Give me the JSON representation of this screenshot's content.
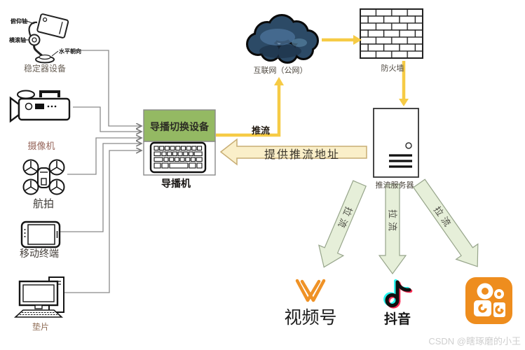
{
  "devices": {
    "stabilizer": {
      "caption": "稳定器设备",
      "axis_pitch": "俯仰轴",
      "axis_roll": "横滚轴",
      "axis_heading": "水平朝向"
    },
    "camera": {
      "caption": "摄像机"
    },
    "drone": {
      "caption": "航拍"
    },
    "mobile": {
      "caption": "移动终端"
    },
    "pad": {
      "caption": "垫片"
    }
  },
  "switcher": {
    "header": "导播切换设备",
    "caption": "导播机"
  },
  "network": {
    "cloud_label": "互联网（公网）",
    "firewall_label": "防火墙"
  },
  "server": {
    "caption": "推流服务器"
  },
  "flows": {
    "push": "推流",
    "provide": "提供推流地址",
    "pull_left": "拉流",
    "pull_mid": "拉流",
    "pull_right": "拉流"
  },
  "platforms": {
    "wechat_channels": {
      "label": "视频号",
      "icon": "wechat-channels-logo"
    },
    "douyin": {
      "label": "抖音",
      "icon": "douyin-logo"
    },
    "kuaishou": {
      "icon": "kuaishou-logo"
    }
  },
  "watermark": "CSDN @瞎琢磨的小王",
  "colors": {
    "accent_yellow": "#F6CB45",
    "switcher_green": "#94B963",
    "arrow_cream": "#FAEFC9",
    "arrow_pull_green": "#E6EFD9",
    "cloud_blue": "#2C4A66",
    "kuaishou_orange": "#EE8D1E",
    "wechat_orange": "#EF9226",
    "douyin_cyan": "#25F4EE",
    "douyin_red": "#FE2C55"
  }
}
